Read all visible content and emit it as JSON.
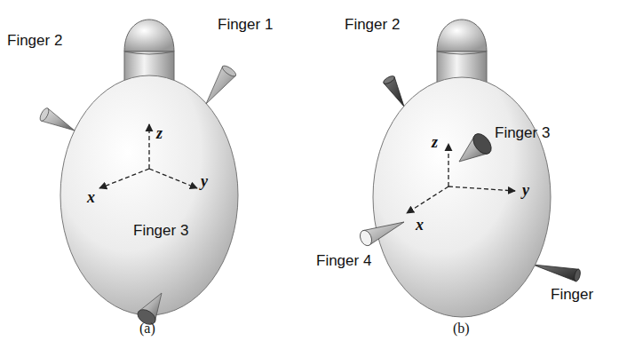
{
  "diagram": {
    "labels": [
      "Finger 1",
      "Finger 2",
      "z",
      "x",
      "y",
      "Finger 3",
      "(a)",
      "Finger 2",
      "z",
      "Finger 3",
      "x",
      "y",
      "Finger 4",
      "Finger",
      "(b)"
    ]
  }
}
